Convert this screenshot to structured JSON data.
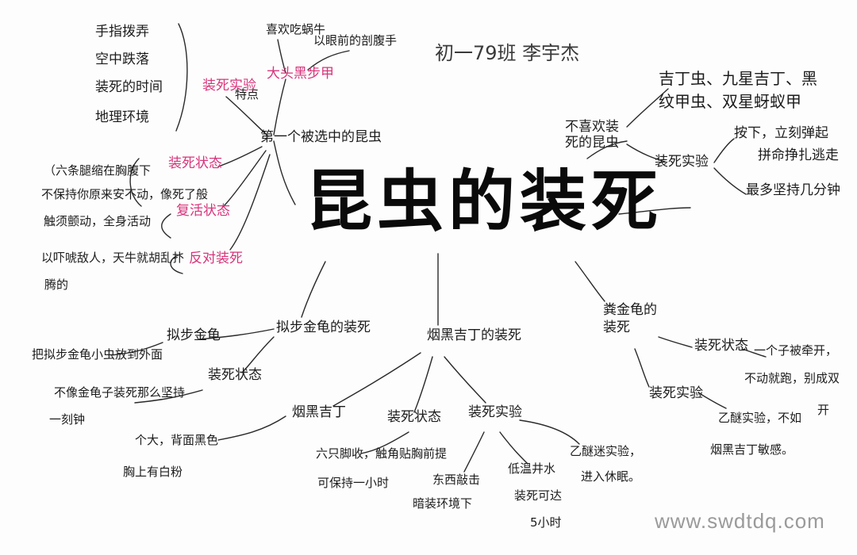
{
  "title": "昆虫的装死",
  "author": "初一79班 李宇杰",
  "watermark": "www.swdtdq.com",
  "colors": {
    "ink": "#1c1c1c",
    "accent": "#d7357b",
    "watermark": "#9a9a9a"
  },
  "first_insect": {
    "label": "第一个被选中的昆虫",
    "beetle": "大头黑步甲",
    "features_label": "特点",
    "habit": "喜欢吃蜗牛",
    "name_origin": "以眼前的剖腹手",
    "experiment_label": "装死实验",
    "experiment_items": [
      "手指拨弄",
      "空中跌落",
      "装死的时间",
      "地理环境"
    ],
    "state_label": "装死状态",
    "state_note_1": "（六条腿缩在胸腹下",
    "state_note_2": "不保持你原来安不动，像死了般",
    "recovery_label": "复活状态",
    "recovery_note": "触须颤动，全身活动",
    "counter_label": "反对装死",
    "counter_note_1": "以吓唬敌人，天牛就胡乱扑",
    "counter_note_2": "腾的"
  },
  "group_one": {
    "label": "不喜欢装死的昆虫",
    "insects": "吉丁虫、九星吉丁、黑纹甲虫、双星蚜蚁甲",
    "experiment_label": "装死实验",
    "note_1": "按下，立刻弹起",
    "note_2": "拼命挣扎逃走",
    "note_3": "最多坚持几分钟"
  },
  "pill_beetle": {
    "label": "拟步金龟的装死",
    "main": "拟步金龟",
    "note_1": "把拟步金龟小虫放到外面",
    "note_2": "不像金龟子装死那么坚持",
    "note_3": "一刻钟",
    "state_label": "装死状态"
  },
  "black_buprestid": {
    "label": "烟黑吉丁的装死",
    "sub_label": "烟黑吉丁",
    "body_note_1": "个大，背面黑色",
    "body_note_2": "胸上有白粉",
    "state_label": "装死状态",
    "state_note_1": "六只脚收，触角贴胸前提",
    "state_note_2": "可保持一小时",
    "experiment_label": "装死实验",
    "exp_note_1": "东西敲击",
    "exp_note_2": "暗装环境下",
    "exp_note_3": "低温井水",
    "exp_note_4": "装死可达",
    "exp_note_5": "5小时",
    "ether_note_1": "乙醚迷实验，",
    "ether_note_2": "进入休眠。"
  },
  "jewel_beetle": {
    "label": "粪金龟的装死",
    "state_label": "装死状态",
    "state_note_1": "一个子被牵开，",
    "state_note_2": "不动就跑，别成双",
    "state_note_3": "开",
    "experiment_label": "装死实验",
    "exp_note_1": "乙醚实验，不如",
    "exp_note_2": "烟黑吉丁敏感。"
  }
}
